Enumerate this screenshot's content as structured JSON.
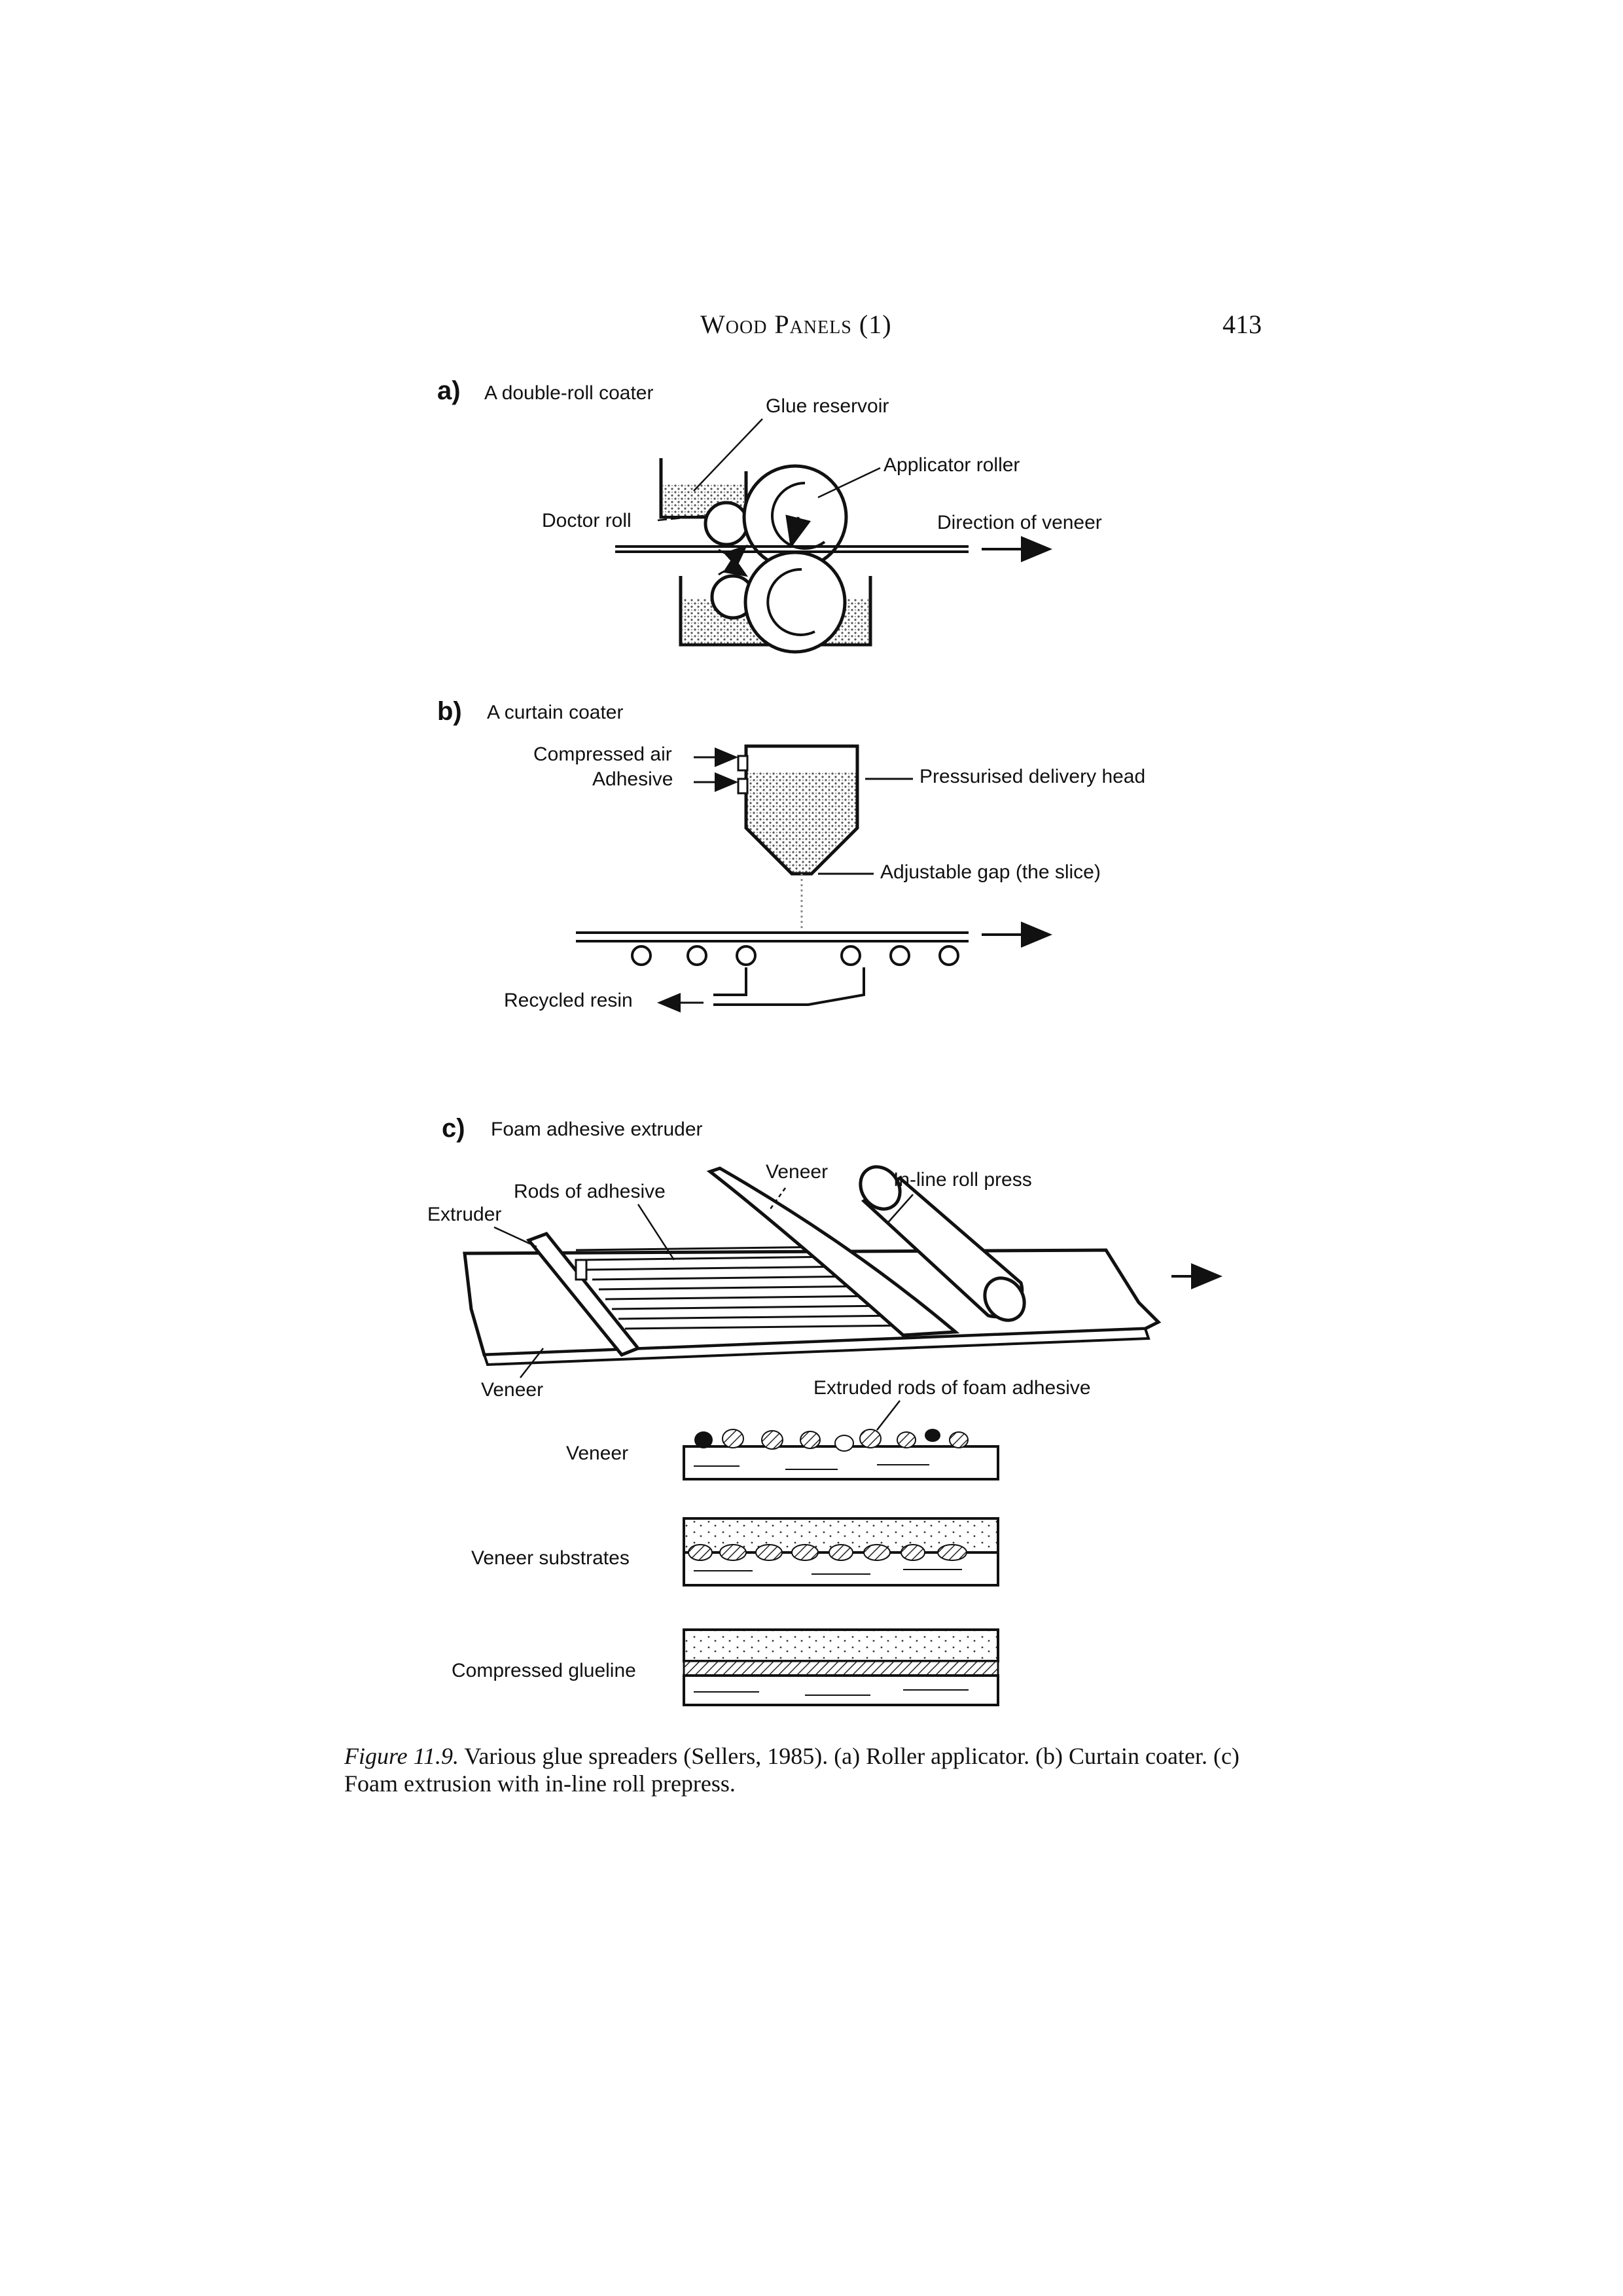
{
  "header": {
    "running_head": "Wood Panels (1)",
    "page_number": "413"
  },
  "figure": {
    "panel_a": {
      "letter": "a)",
      "title": "A double-roll coater",
      "labels": {
        "glue_reservoir": "Glue reservoir",
        "applicator_roller": "Applicator roller",
        "doctor_roll": "Doctor roll",
        "direction_of_veneer": "Direction of veneer"
      }
    },
    "panel_b": {
      "letter": "b)",
      "title": "A curtain coater",
      "labels": {
        "compressed_air": "Compressed air",
        "adhesive": "Adhesive",
        "pressurised_delivery_head": "Pressurised delivery head",
        "adjustable_gap": "Adjustable gap (the slice)",
        "recycled_resin": "Recycled resin"
      }
    },
    "panel_c": {
      "letter": "c)",
      "title": "Foam adhesive extruder",
      "labels": {
        "rods_of_adhesive": "Rods of adhesive",
        "extruder": "Extruder",
        "veneer_top": "Veneer",
        "inline_roll_press": "In-line roll press",
        "veneer_bottom": "Veneer",
        "extruded_rods": "Extruded rods of foam adhesive",
        "cs_veneer": "Veneer",
        "cs_veneer_substrates": "Veneer substrates",
        "cs_compressed_glueline": "Compressed glueline"
      }
    }
  },
  "caption": {
    "label": "Figure 11.9.",
    "text": " Various glue spreaders (Sellers, 1985). (a) Roller applicator. (b) Curtain coater. (c) Foam extrusion with in-line roll prepress."
  }
}
